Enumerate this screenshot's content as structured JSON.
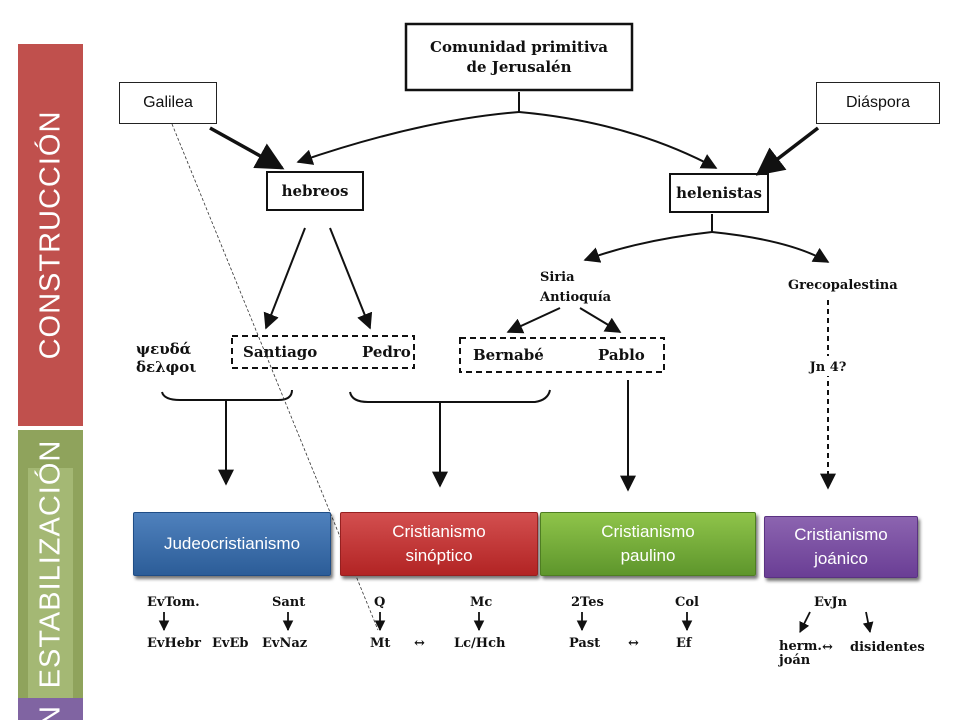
{
  "side_labels": {
    "construccion": "CONSTRUCCIÓN",
    "estabilizacion": "ESTABILIZACIÓN",
    "bottom": "N"
  },
  "callouts": {
    "galilea": "Galilea",
    "diaspora": "Diáspora"
  },
  "nodes": {
    "root_line1": "Comunidad primitiva",
    "root_line2": "de Jerusalén",
    "hebreos": "hebreos",
    "helenistas": "helenistas",
    "siria": "Siria",
    "antioquia": "Antioquía",
    "grecopalestina": "Grecopalestina",
    "pseudo_line1": "ψευδά",
    "pseudo_line2": "δελφοι",
    "santiago": "Santiago",
    "pedro": "Pedro",
    "bernabe": "Bernabé",
    "pablo": "Pablo",
    "jn4": "Jn 4?"
  },
  "categories": {
    "judeo": "Judeocristianismo",
    "sinoptico": "Cristianismo sinóptico",
    "paulino": "Cristianismo paulino",
    "joanico": "Cristianismo joánico"
  },
  "texts": {
    "evtom": "EvTom.",
    "sant": "Sant",
    "evhebr": "EvHebr",
    "eveb": "EvEb",
    "evnaz": "EvNaz",
    "q": "Q",
    "mc": "Mc",
    "mt": "Mt",
    "lchch": "Lc/Hch",
    "tes2": "2Tes",
    "col": "Col",
    "past": "Past",
    "ef": "Ef",
    "evjn": "EvJn",
    "herm1": "herm.",
    "herm2": "joán",
    "disidentes": "disidentes",
    "bidir": "↔"
  },
  "colors": {
    "construccion": "#c0504d",
    "estabilizacion": "#8fa35c",
    "bottom": "#8064a2",
    "judeo": "#4f81bd",
    "sinoptico": "#c0392b",
    "paulino": "#7aaf3a",
    "joanico": "#7b52a3"
  }
}
